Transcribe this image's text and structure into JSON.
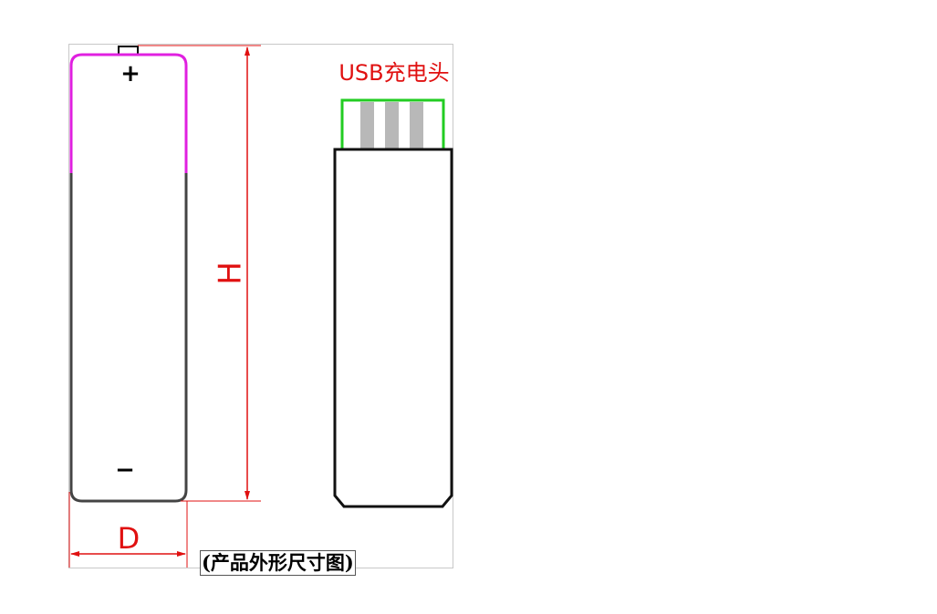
{
  "figure": {
    "battery": {
      "positive_symbol": "+",
      "negative_symbol": "−",
      "height_label": "H",
      "diameter_label": "D",
      "cap_color": "#e020e0",
      "body_color": "#444444"
    },
    "usb_charger": {
      "label": "USB充电头",
      "connector_color": "#22cc22",
      "pin_color": "#b8b8b8",
      "body_color": "#111111"
    },
    "dimension_color": "#e01010",
    "caption": "(产品外形尺寸图)"
  }
}
